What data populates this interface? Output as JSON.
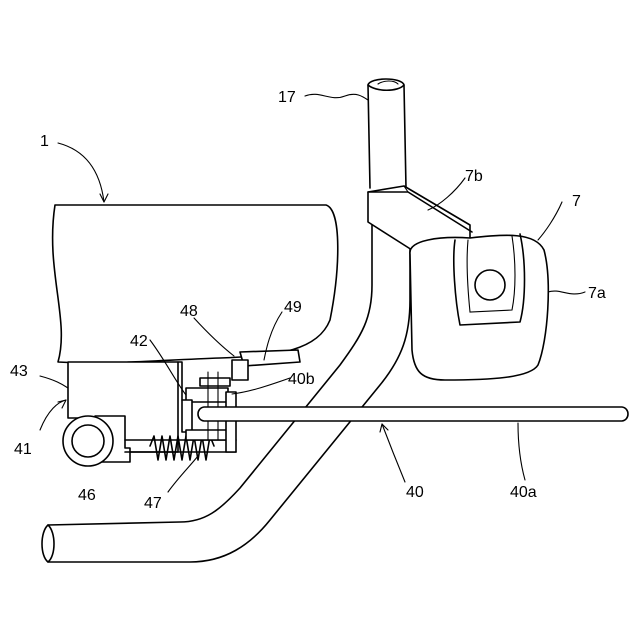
{
  "labels": {
    "l1": "1",
    "l7": "7",
    "l7a": "7a",
    "l7b": "7b",
    "l17": "17",
    "l40": "40",
    "l40a": "40a",
    "l40b": "40b",
    "l41": "41",
    "l42": "42",
    "l43": "43",
    "l46": "46",
    "l47": "47",
    "l48": "48",
    "l49": "49"
  }
}
